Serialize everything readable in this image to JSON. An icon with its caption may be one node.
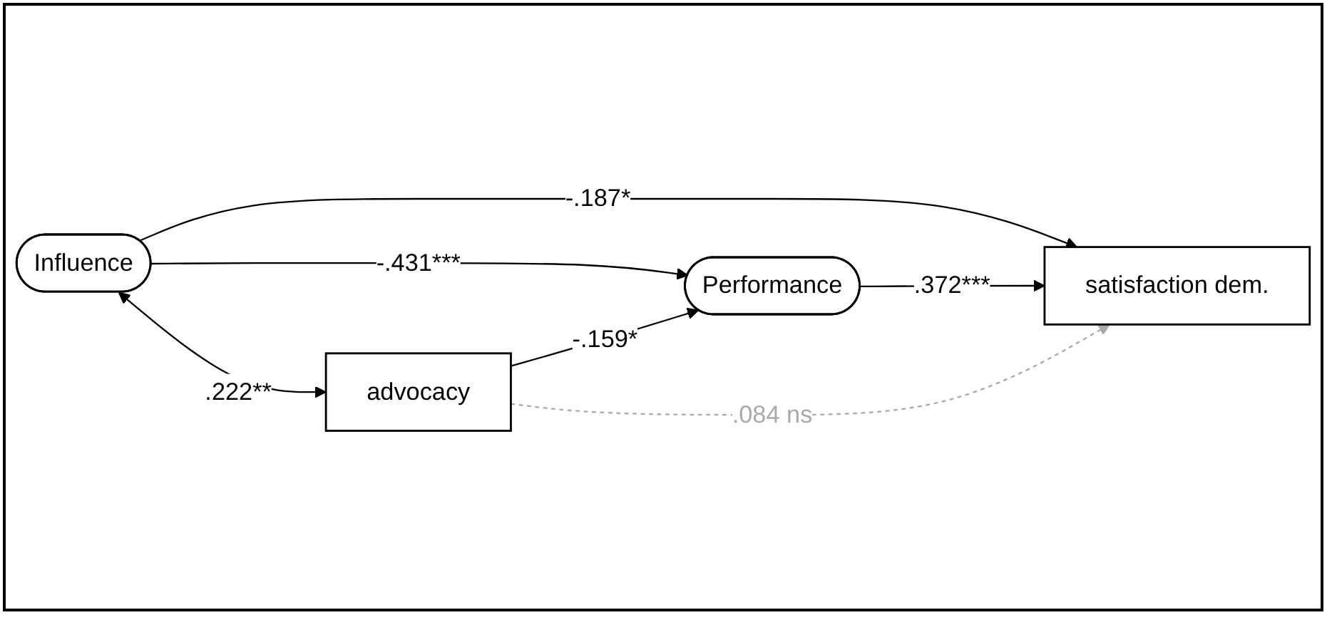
{
  "diagram": {
    "nodes": [
      {
        "text": [
          "Influence"
        ]
      },
      {
        "text": [
          "Performance"
        ]
      },
      {
        "text": [
          "satisfaction dem."
        ]
      },
      {
        "text": [
          "advocacy"
        ]
      }
    ],
    "edges": [
      {
        "from": 0,
        "to": 2,
        "arrow": "to",
        "label": "-.187*"
      },
      {
        "from": 0,
        "to": 1,
        "arrow": "to",
        "label": "-.431***"
      },
      {
        "from": 1,
        "to": 2,
        "arrow": "to",
        "label": ".372***"
      },
      {
        "from": 3,
        "to": 1,
        "arrow": "to",
        "label": "-.159*"
      },
      {
        "from": 3,
        "to": 2,
        "arrow": "to",
        "label": ".084 ns",
        "style": "dashed",
        "color": "#aaaaaa"
      },
      {
        "from": 0,
        "to": 3,
        "arrow": "both",
        "label": ".222**"
      }
    ]
  }
}
